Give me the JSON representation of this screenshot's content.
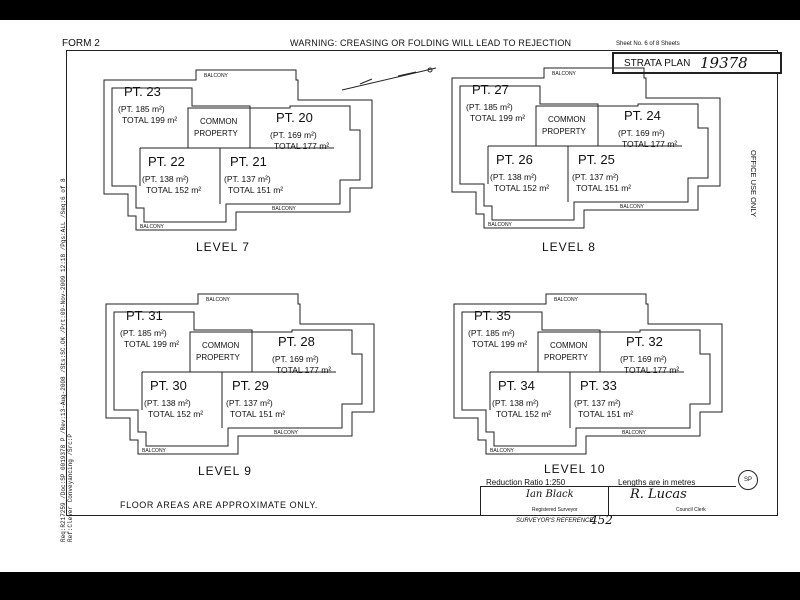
{
  "header": {
    "form_label": "FORM 2",
    "warning": "WARNING: CREASING OR FOLDING WILL LEAD TO REJECTION",
    "sheet_info": "Sheet No. 6 of 8 Sheets"
  },
  "plan": {
    "label": "STRATA PLAN",
    "number": "19378",
    "office_note": "OFFICE USE ONLY"
  },
  "side_meta": {
    "line1": "Req:R217259 /Doc:SP 0019378 P /Rev:13-Aug-2008 /Sts:SC.OK /Prt:09-Nov-2009 12:18 /Pgs:ALL /Seq:6 of 8",
    "line2": "Ref:Clever Conveyancing /Src:P"
  },
  "common": {
    "line1": "COMMON",
    "line2": "PROPERTY"
  },
  "balcony_label": "BALCONY",
  "levels": [
    {
      "label": "LEVEL 7",
      "lots": [
        {
          "pt": "PT. 23",
          "area": "(PT. 185 m²)",
          "total": "TOTAL 199 m²"
        },
        {
          "pt": "PT. 20",
          "area": "(PT. 169 m²)",
          "total": "TOTAL 177 m²"
        },
        {
          "pt": "PT. 22",
          "area": "(PT. 138 m²)",
          "total": "TOTAL 152 m²"
        },
        {
          "pt": "PT. 21",
          "area": "(PT. 137 m²)",
          "total": "TOTAL 151 m²"
        }
      ]
    },
    {
      "label": "LEVEL 8",
      "lots": [
        {
          "pt": "PT. 27",
          "area": "(PT. 185 m²)",
          "total": "TOTAL 199 m²"
        },
        {
          "pt": "PT. 24",
          "area": "(PT. 169 m²)",
          "total": "TOTAL 177 m²"
        },
        {
          "pt": "PT. 26",
          "area": "(PT. 138 m²)",
          "total": "TOTAL 152 m²"
        },
        {
          "pt": "PT. 25",
          "area": "(PT. 137 m²)",
          "total": "TOTAL 151 m²"
        }
      ]
    },
    {
      "label": "LEVEL 9",
      "lots": [
        {
          "pt": "PT. 31",
          "area": "(PT. 185 m²)",
          "total": "TOTAL 199 m²"
        },
        {
          "pt": "PT. 28",
          "area": "(PT. 169 m²)",
          "total": "TOTAL 177 m²"
        },
        {
          "pt": "PT. 30",
          "area": "(PT. 138 m²)",
          "total": "TOTAL 152 m²"
        },
        {
          "pt": "PT. 29",
          "area": "(PT. 137 m²)",
          "total": "TOTAL 151 m²"
        }
      ]
    },
    {
      "label": "LEVEL 10",
      "lots": [
        {
          "pt": "PT. 35",
          "area": "(PT. 185 m²)",
          "total": "TOTAL 199 m²"
        },
        {
          "pt": "PT. 32",
          "area": "(PT. 169 m²)",
          "total": "TOTAL 177 m²"
        },
        {
          "pt": "PT. 34",
          "area": "(PT. 138 m²)",
          "total": "TOTAL 152 m²"
        },
        {
          "pt": "PT. 33",
          "area": "(PT. 137 m²)",
          "total": "TOTAL 151 m²"
        }
      ]
    }
  ],
  "footer": {
    "note": "FLOOR AREAS ARE APPROXIMATE ONLY.",
    "reduction_ratio": "Reduction Ratio 1:250",
    "units": "Lengths are in metres",
    "surveyor_sig": "Ian Black",
    "surveyor_caption": "Registered Surveyor",
    "clerk_sig": "R. Lucas",
    "clerk_caption": "Council Clerk",
    "surveyor_ref_label": "SURVEYOR'S REFERENCE:",
    "surveyor_ref": "452",
    "seal": "SP"
  }
}
